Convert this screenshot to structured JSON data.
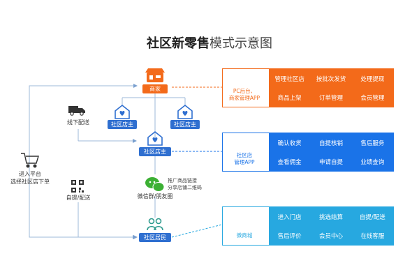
{
  "title": {
    "bold": "社区新零售",
    "rest": "模式示意图"
  },
  "nodes": {
    "merchant": "商家",
    "owner_left": "社区店主",
    "owner_right": "社区店主",
    "owner_center": "社区店主",
    "social": "微信群/朋友圈",
    "resident": "社区居民"
  },
  "left": {
    "enter_line1": "进入平台",
    "enter_line2": "选择社区店下单",
    "offline": "线下配送",
    "pickup": "自提/配送"
  },
  "share_note": {
    "line1": "推广商品链接",
    "line2": "分享店铺二维码"
  },
  "panels": [
    {
      "caption_line1": "PC后台、",
      "caption_line2": "商家管理APP",
      "items": [
        "管理社区店",
        "按批次发货",
        "处理提现",
        "商品上架",
        "订单管理",
        "会员管理"
      ]
    },
    {
      "caption_line1": "社区店",
      "caption_line2": "管理APP",
      "items": [
        "确认收货",
        "自提核销",
        "售后服务",
        "查看佣金",
        "申请自提",
        "业绩查询"
      ]
    },
    {
      "caption_line1": "微商城",
      "caption_line2": "",
      "items": [
        "进入门店",
        "挑选结算",
        "自提/配送",
        "售后评价",
        "会员中心",
        "在线客服"
      ]
    }
  ],
  "colors": {
    "orange": "#f36a1a",
    "blue": "#1a73e8",
    "sky": "#27a8e0",
    "line": "#9db8d8"
  }
}
